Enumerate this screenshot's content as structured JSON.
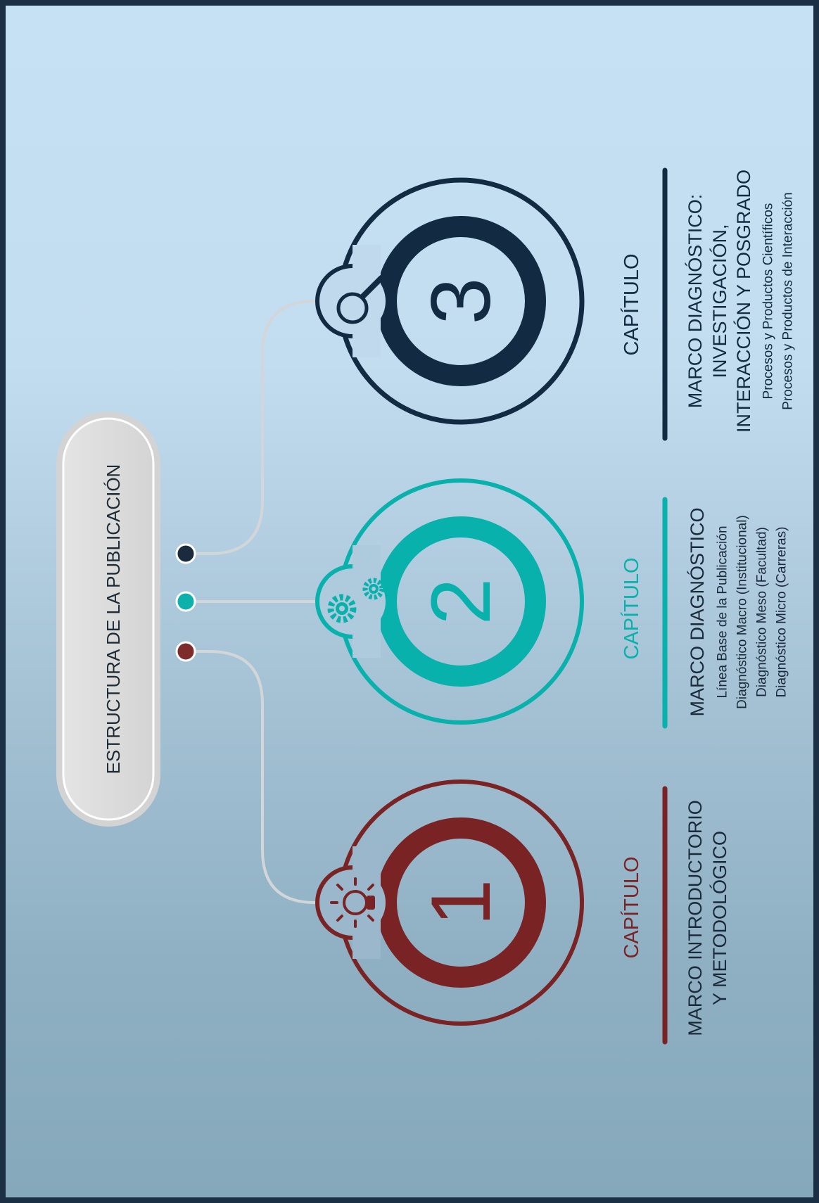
{
  "title": "ESTRUCTURA DE LA PUBLICACIÓN",
  "colors": {
    "chapter1": "#7a2325",
    "chapter2": "#08b1ab",
    "chapter3": "#122b42",
    "connector": "#d2d6d8",
    "frame": "#1b2f45"
  },
  "chapters": [
    {
      "number": "1",
      "label": "CAPÍTULO",
      "icon": "lightbulb-icon",
      "title_lines": [
        "MARCO INTRODUCTORIO",
        "Y METODOLÓGICO"
      ],
      "items": []
    },
    {
      "number": "2",
      "label": "CAPÍTULO",
      "icon": "gears-icon",
      "title_lines": [
        "MARCO DIAGNÓSTICO"
      ],
      "items": [
        "Línea Base de la Publicación",
        "Diagnóstico Macro (Institucional)",
        "Diagnóstico Meso (Facultad)",
        "Diagnóstico Micro (Carreras)"
      ]
    },
    {
      "number": "3",
      "label": "CAPÍTULO",
      "icon": "magnifier-icon",
      "title_lines": [
        "MARCO DIAGNÓSTICO:",
        "INVESTIGACIÓN,",
        "INTERACCIÓN Y POSGRADO"
      ],
      "items": [
        "Procesos y Productos Científicos",
        "Procesos y Productos de Interacción"
      ]
    }
  ]
}
